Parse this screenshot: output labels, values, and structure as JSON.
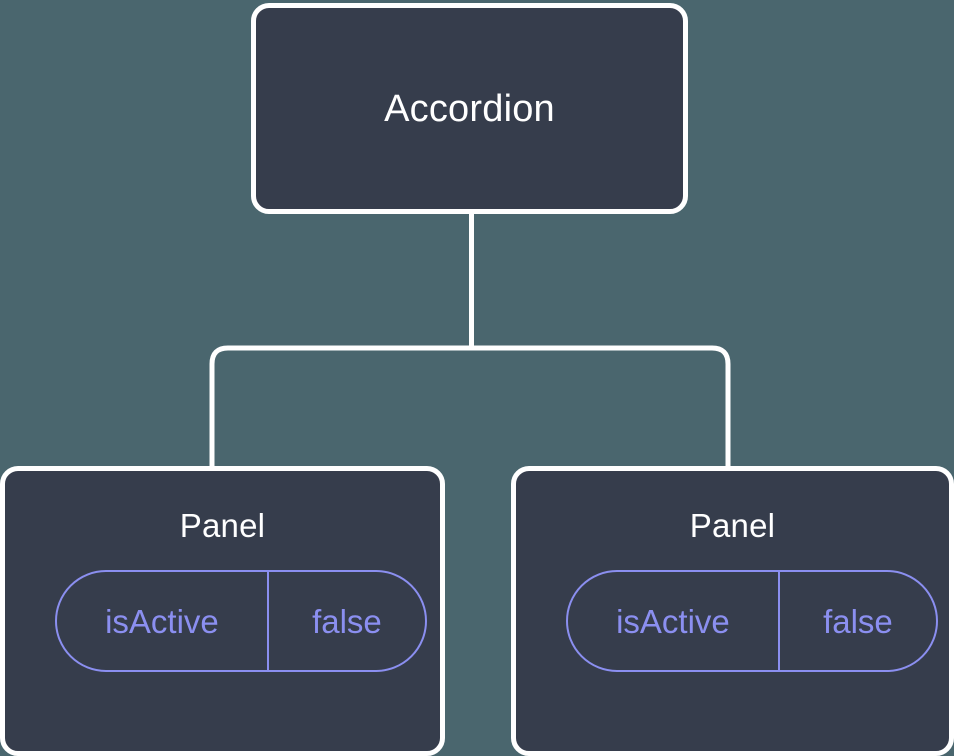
{
  "diagram": {
    "type": "component-tree",
    "background_color": "#4a666e",
    "node_fill_color": "#363d4c",
    "node_border_color": "#ffffff",
    "edge_color": "#ffffff",
    "title_color": "#ffffff",
    "chip_color": "#8b8ff0",
    "root": {
      "label": "Accordion"
    },
    "children": [
      {
        "label": "Panel",
        "props": [
          {
            "key": "isActive",
            "value": "false"
          }
        ]
      },
      {
        "label": "Panel",
        "props": [
          {
            "key": "isActive",
            "value": "false"
          }
        ]
      }
    ]
  }
}
